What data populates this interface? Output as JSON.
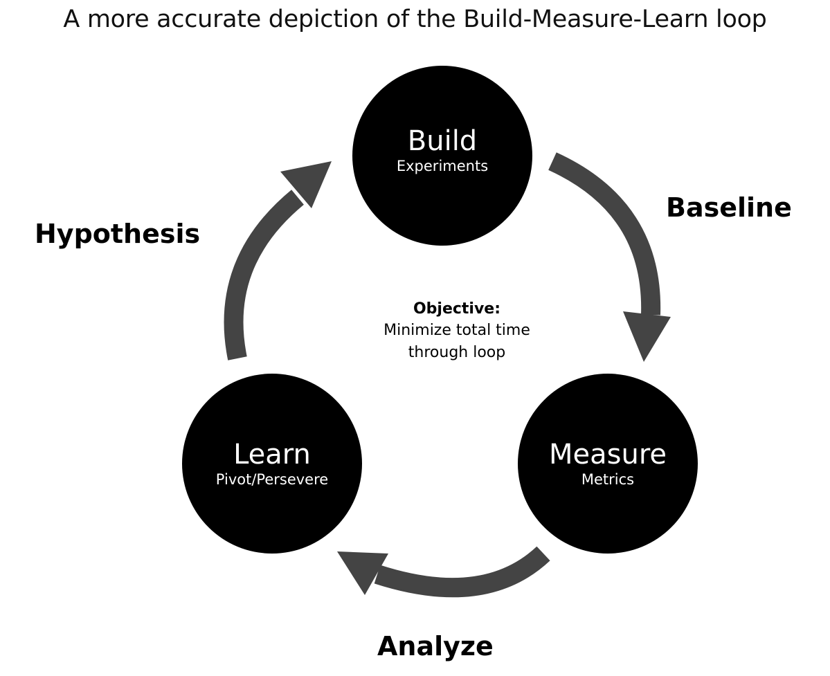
{
  "title": "A more accurate depiction of the Build-Measure-Learn loop",
  "nodes": {
    "build": {
      "name": "Build",
      "sub": "Experiments"
    },
    "measure": {
      "name": "Measure",
      "sub": "Metrics"
    },
    "learn": {
      "name": "Learn",
      "sub": "Pivot/Persevere"
    }
  },
  "edges": {
    "build_to_measure": "Baseline",
    "measure_to_learn": "Analyze",
    "learn_to_build": "Hypothesis"
  },
  "objective": {
    "heading": "Objective:",
    "line1": "Minimize total time",
    "line2": "through loop"
  },
  "colors": {
    "node_fill": "#000000",
    "node_text": "#ffffff",
    "arrow": "#444444",
    "text": "#000000"
  }
}
